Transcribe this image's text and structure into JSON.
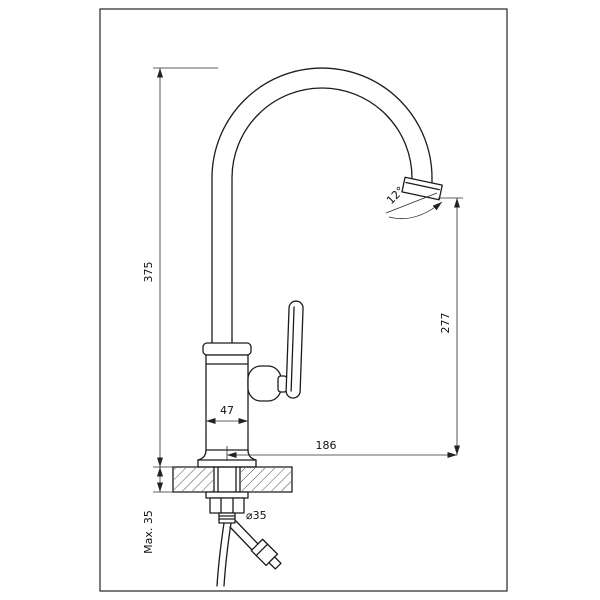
{
  "drawing": {
    "dims": {
      "total_height": "375",
      "outlet_height": "277",
      "body_width": "47",
      "spout_reach": "186",
      "outlet_angle": "12°",
      "max_mount_thickness": "Max. 35",
      "mount_hole_diameter": "⌀35"
    }
  }
}
